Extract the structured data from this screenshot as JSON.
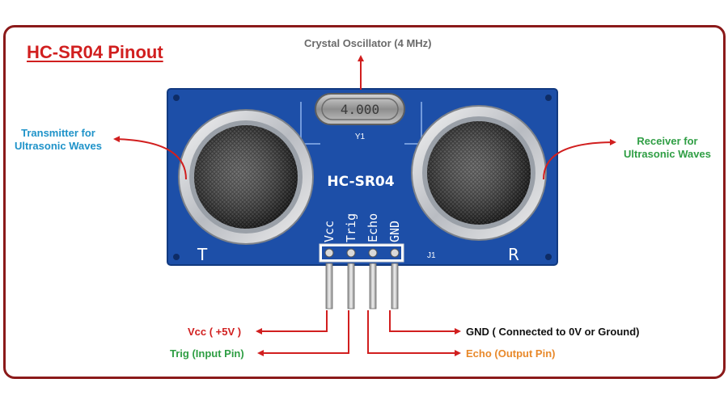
{
  "title": "HC-SR04 Pinout",
  "colors": {
    "frame": "#8b1a1a",
    "title": "#d11f1f",
    "arrow": "#d11f1f",
    "blue_label": "#1f93c9",
    "green_label": "#2f9e44",
    "orange_label": "#e8892b",
    "red_label": "#d11f1f",
    "board": "#1d4fa8"
  },
  "labels": {
    "crystal": "Crystal Oscillator (4 MHz)",
    "transmitter": [
      "Transmitter for",
      "Ultrasonic Waves"
    ],
    "receiver": [
      "Receiver for",
      "Ultrasonic Waves"
    ],
    "vcc": "Vcc ( +5V )",
    "trig": "Trig (Input Pin)",
    "gnd": "GND ( Connected to 0V or Ground)",
    "echo": "Echo (Output Pin)"
  },
  "board": {
    "model": "HC-SR04",
    "crystal_marking": "4.000",
    "crystal_ref": "Y1",
    "header_ref": "J1",
    "transmitter_mark": "T",
    "receiver_mark": "R",
    "pins": [
      "Vcc",
      "Trig",
      "Echo",
      "GND"
    ]
  }
}
